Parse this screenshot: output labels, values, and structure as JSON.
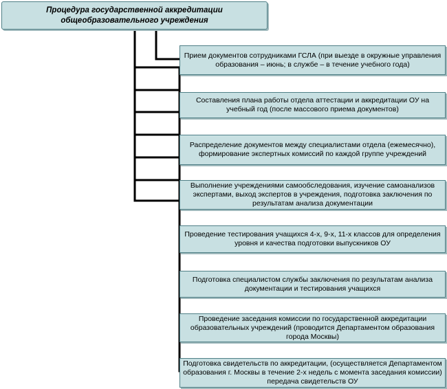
{
  "title": "Процедура государственной аккредитации общеобразовательного учреждения",
  "steps": [
    "Прием документов сотрудниками ГСЛА (при выезде в окружные управления образования – июнь; в службе – в течение учебного года)",
    "Составления плана работы отдела аттестации и аккредитации ОУ на учебный год (после массового приема документов)",
    "Распределение документов между специалистами отдела (ежемесячно), формирование экспертных комиссий по каждой группе учреждений",
    "Выполнение учреждениями самообследования, изучение самоанализов экспертами, выход экспертов в учреждения, подготовка заключения по результатам анализа документации",
    "Проведение тестирования учащихся 4-х, 9-х, 11-х классов для определения уровня и качества подготовки выпускников ОУ",
    "Подготовка специалистом службы заключения по результатам анализа документации и тестирования учащихся",
    "Проведение заседания комиссии по государственной аккредитации образовательных учреждений (проводится Департаментом образования города Москвы)",
    "Подготовка свидетельств по аккредитации, (осуществляется Департаментом образования г. Москвы в течение 2-х недель с момента заседания комиссии) передача свидетельств ОУ"
  ],
  "colors": {
    "box_fill": "#c8e0e2",
    "box_border": "#4f7f86",
    "connector": "#000000"
  }
}
